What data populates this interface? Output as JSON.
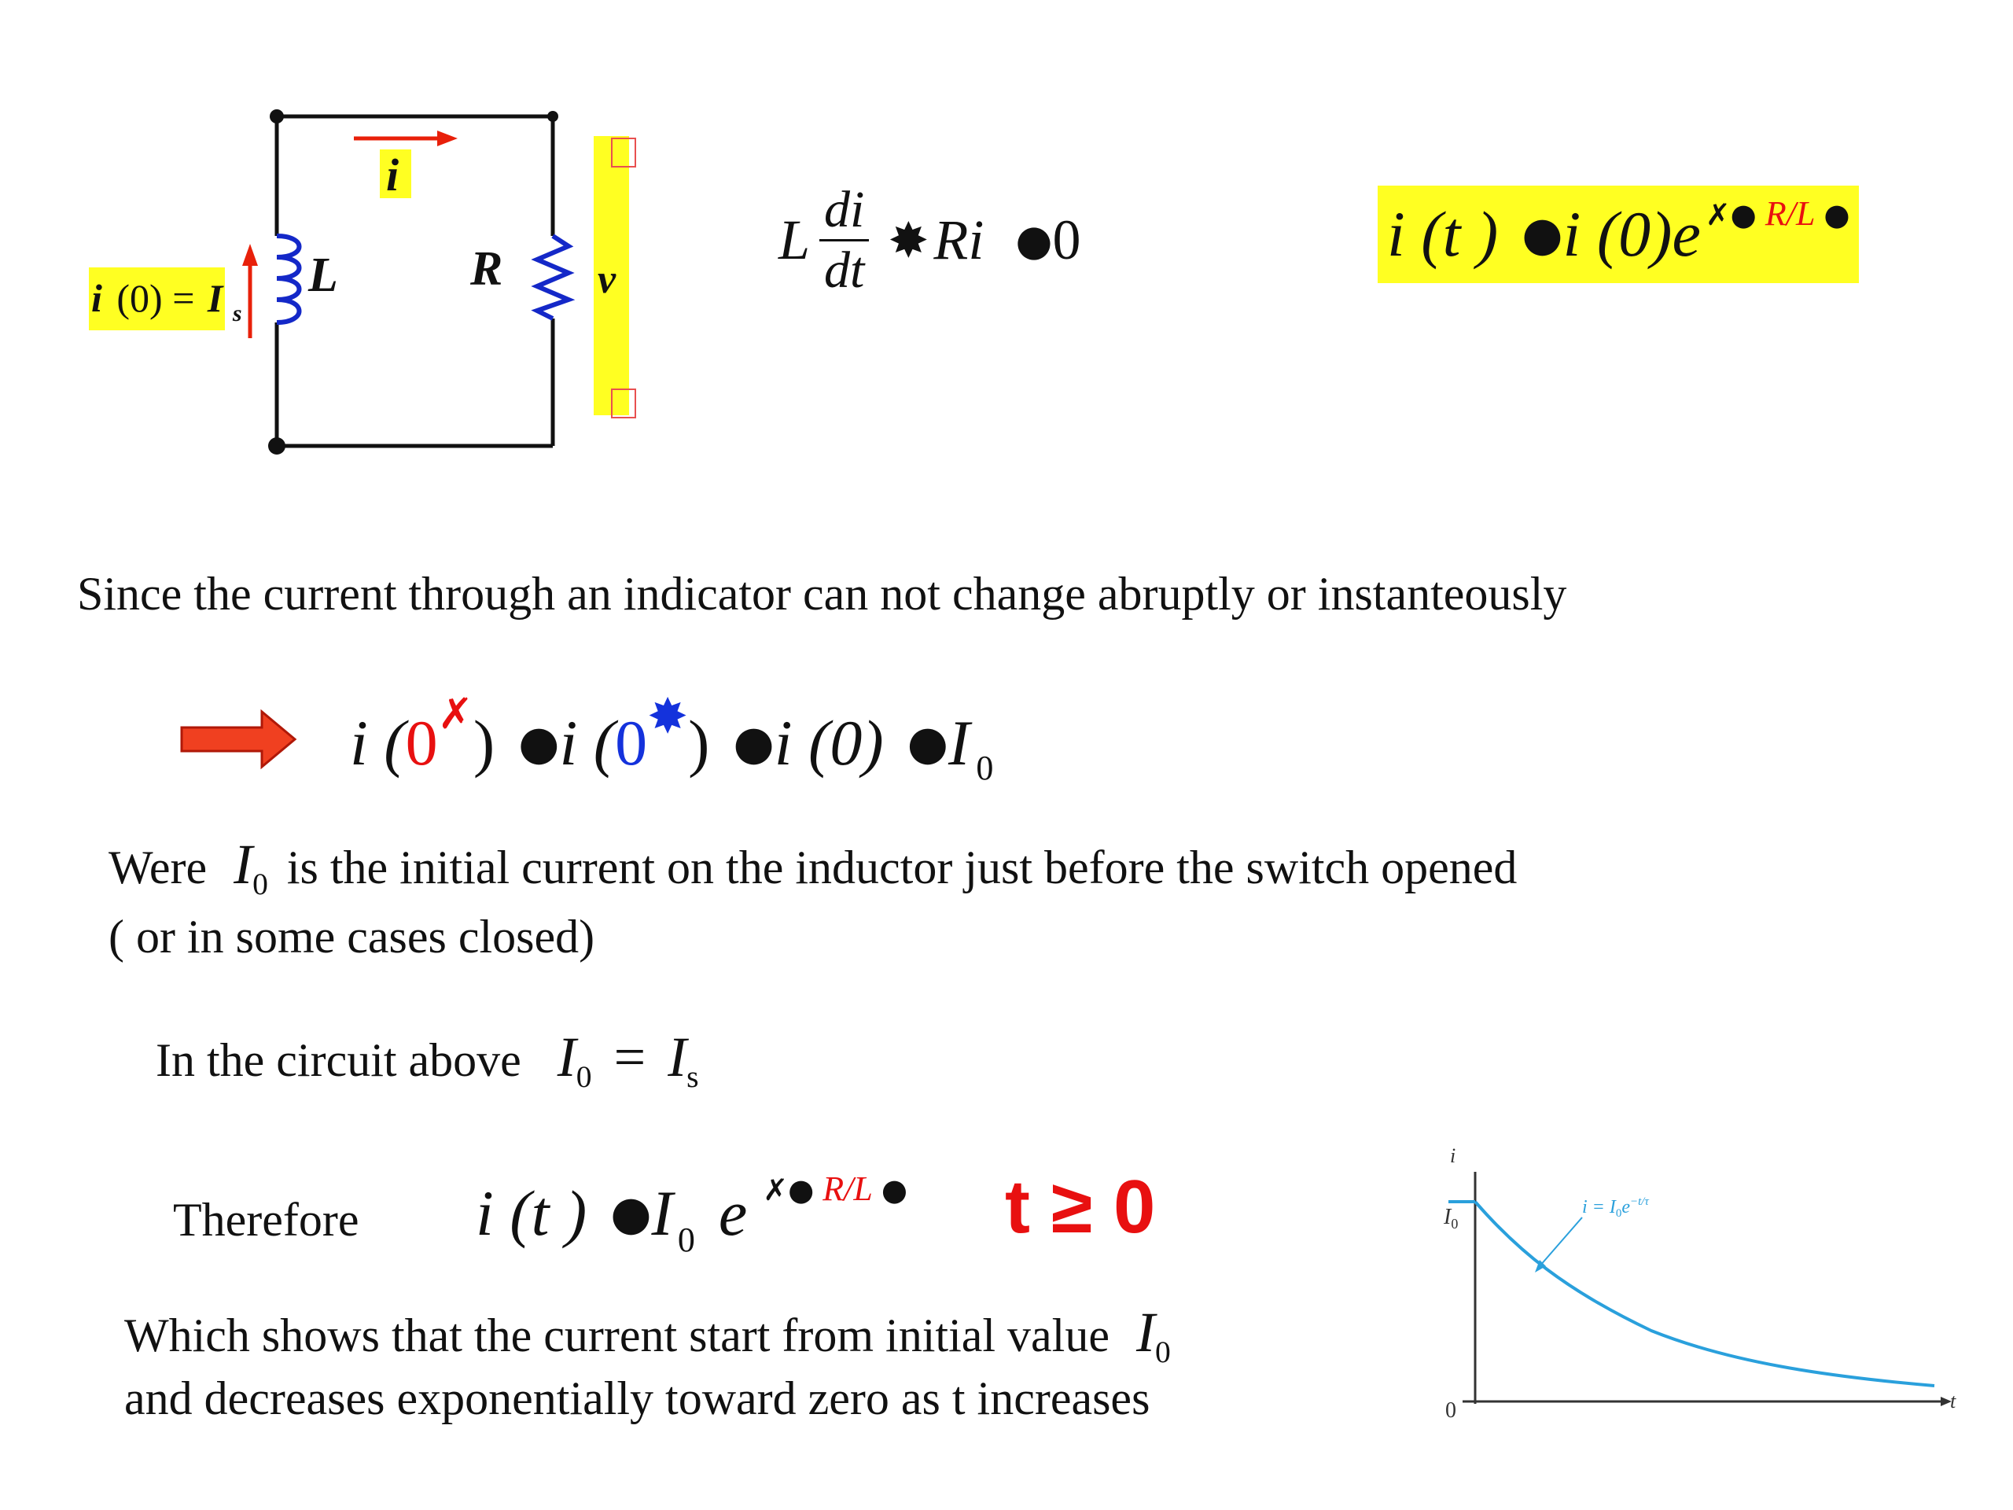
{
  "circuit": {
    "current_label": "i",
    "inductor_label": "L",
    "resistor_label": "R",
    "voltage_label": "v",
    "initial_condition": {
      "lead": "i",
      "arg": "(0) =",
      "var": "I",
      "sub": "s"
    }
  },
  "kvl_equation": {
    "coef": "L",
    "numerator": "di",
    "denominator": "dt",
    "op": "✸",
    "term": "Ri",
    "eq": "●",
    "rhs": "0"
  },
  "solution_box": {
    "lhs": "i (t )",
    "eq": "●",
    "term": "i (0)e",
    "exp_open": "✗●",
    "exp_body": "R/L",
    "exp_close": "●"
  },
  "statement": "Since the current through an indicator can not change abruptly or instanteously",
  "continuity": {
    "p1_open": "i (",
    "p1_zero": "0",
    "p1_mark": "✗",
    "p1_close": ")",
    "eq": "●",
    "p2_open": "i (",
    "p2_zero": "0",
    "p2_mark": "✸",
    "p2_close": ")",
    "p3": "i (0)",
    "rhs_var": "I",
    "rhs_sub": "0"
  },
  "were": {
    "line1_pre": "Were",
    "var": "I",
    "sub": "0",
    "line1_post": "is the initial current on the inductor just before the switch opened",
    "line2": "( or  in some cases closed)"
  },
  "circuit_note": {
    "text": "In the circuit above",
    "lhs_var": "I",
    "lhs_sub": "0",
    "eq": "=",
    "rhs_var": "I",
    "rhs_sub": "s"
  },
  "therefore": {
    "label": "Therefore",
    "lhs": "i (t )",
    "eq": "●",
    "var": "I",
    "sub": "0",
    "e": "e",
    "exp_open": "✗●",
    "exp_body": "R/L",
    "exp_close": "●",
    "condition": "t ≥ 0"
  },
  "conclusion": {
    "line1": "Which shows that the current start from initial value",
    "var": "I",
    "sub": "0",
    "line2": "and decreases exponentially toward zero as  t  increases"
  },
  "graph": {
    "y_axis_label": "i",
    "x_axis_label": "t",
    "origin_label": "0",
    "level_var": "I",
    "level_sub": "0",
    "curve_label": "i = I",
    "curve_label_sub": "0",
    "curve_label_sup": "e",
    "curve_label_exp": "−t/τ"
  },
  "colors": {
    "highlight": "#ffff22",
    "arrow_red": "#e8200a",
    "wire_black": "#111111",
    "coil_blue": "#1428c8",
    "red_text": "#e81010",
    "blue_text": "#1432dc",
    "curve_blue": "#2aa0dc",
    "marker_frame": "#e85050"
  }
}
